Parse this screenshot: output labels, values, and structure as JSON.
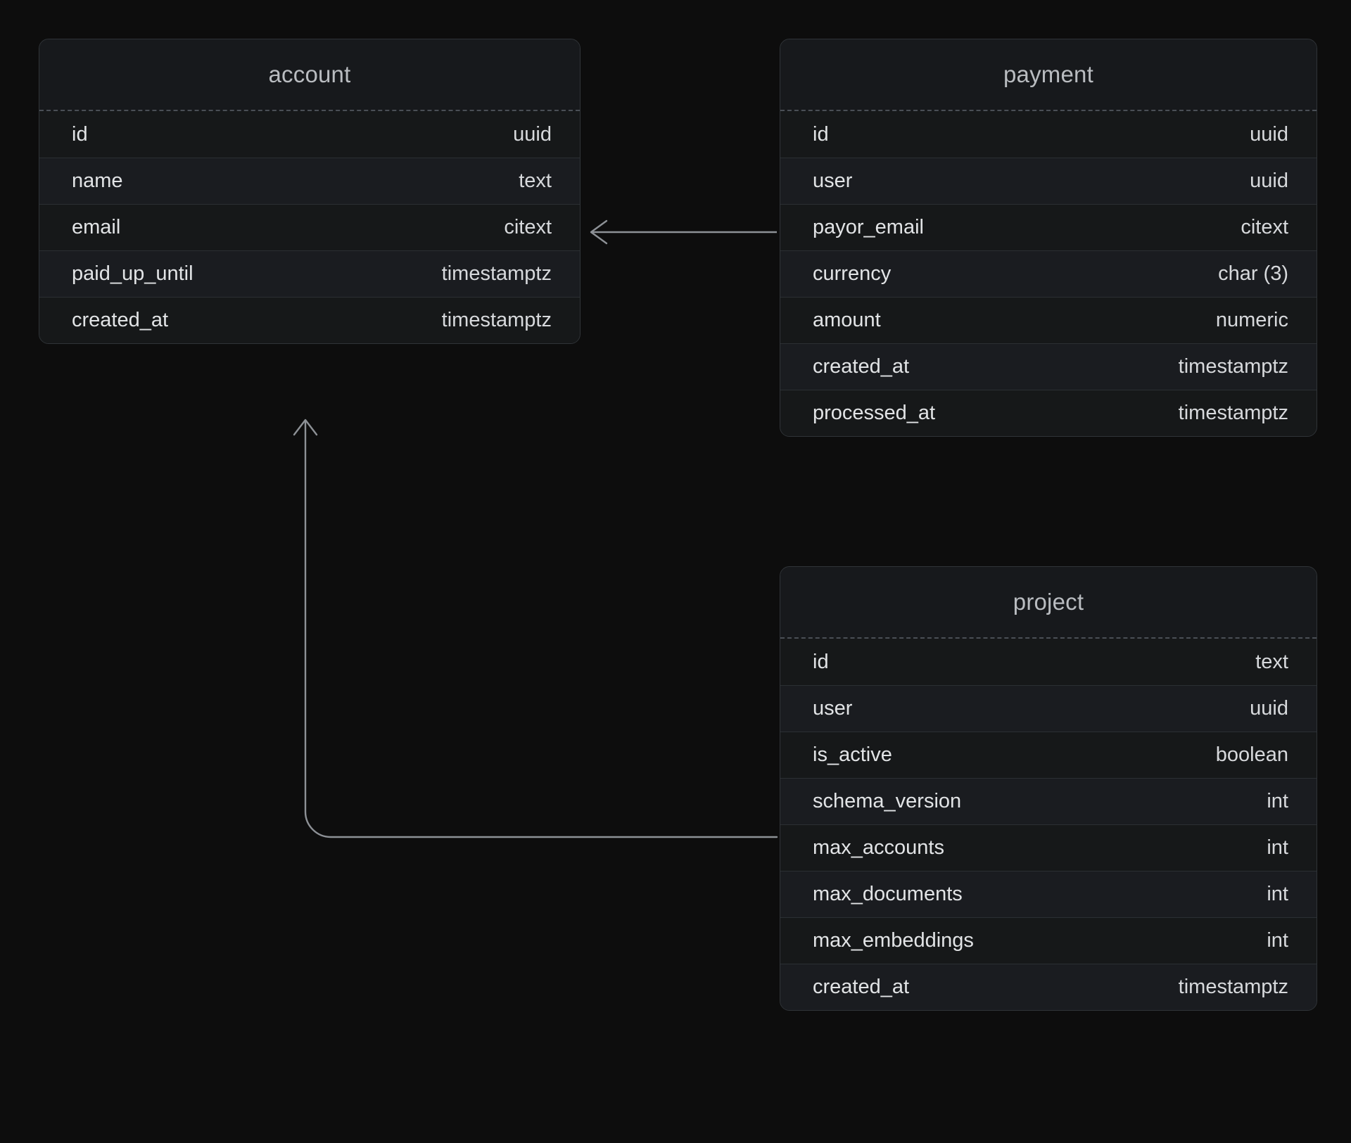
{
  "diagram": {
    "type": "entity-relationship-diagram",
    "background_color": "#0d0d0d",
    "table_header_color": "#17191c",
    "row_color": "#161819",
    "row_alt_color": "#1a1c20",
    "border_color": "#303438",
    "text_color": "#e2e4e6",
    "title_color": "#b9bcc0",
    "edge_color": "#8d9196"
  },
  "tables": [
    {
      "id": "account",
      "title": "account",
      "columns": [
        {
          "name": "id",
          "type": "uuid"
        },
        {
          "name": "name",
          "type": "text"
        },
        {
          "name": "email",
          "type": "citext"
        },
        {
          "name": "paid_up_until",
          "type": "timestamptz"
        },
        {
          "name": "created_at",
          "type": "timestamptz"
        }
      ]
    },
    {
      "id": "payment",
      "title": "payment",
      "columns": [
        {
          "name": "id",
          "type": "uuid"
        },
        {
          "name": "user",
          "type": "uuid"
        },
        {
          "name": "payor_email",
          "type": "citext"
        },
        {
          "name": "currency",
          "type": "char (3)"
        },
        {
          "name": "amount",
          "type": "numeric"
        },
        {
          "name": "created_at",
          "type": "timestamptz"
        },
        {
          "name": "processed_at",
          "type": "timestamptz"
        }
      ]
    },
    {
      "id": "project",
      "title": "project",
      "columns": [
        {
          "name": "id",
          "type": "text"
        },
        {
          "name": "user",
          "type": "uuid"
        },
        {
          "name": "is_active",
          "type": "boolean"
        },
        {
          "name": "schema_version",
          "type": "int"
        },
        {
          "name": "max_accounts",
          "type": "int"
        },
        {
          "name": "max_documents",
          "type": "int"
        },
        {
          "name": "max_embeddings",
          "type": "int"
        },
        {
          "name": "created_at",
          "type": "timestamptz"
        }
      ]
    }
  ],
  "relationships": [
    {
      "id": "payment-user-to-account",
      "from_table": "payment",
      "to_table": "account",
      "arrow_direction": "left"
    },
    {
      "id": "project-user-to-account",
      "from_table": "project",
      "to_table": "account",
      "arrow_direction": "up"
    }
  ]
}
